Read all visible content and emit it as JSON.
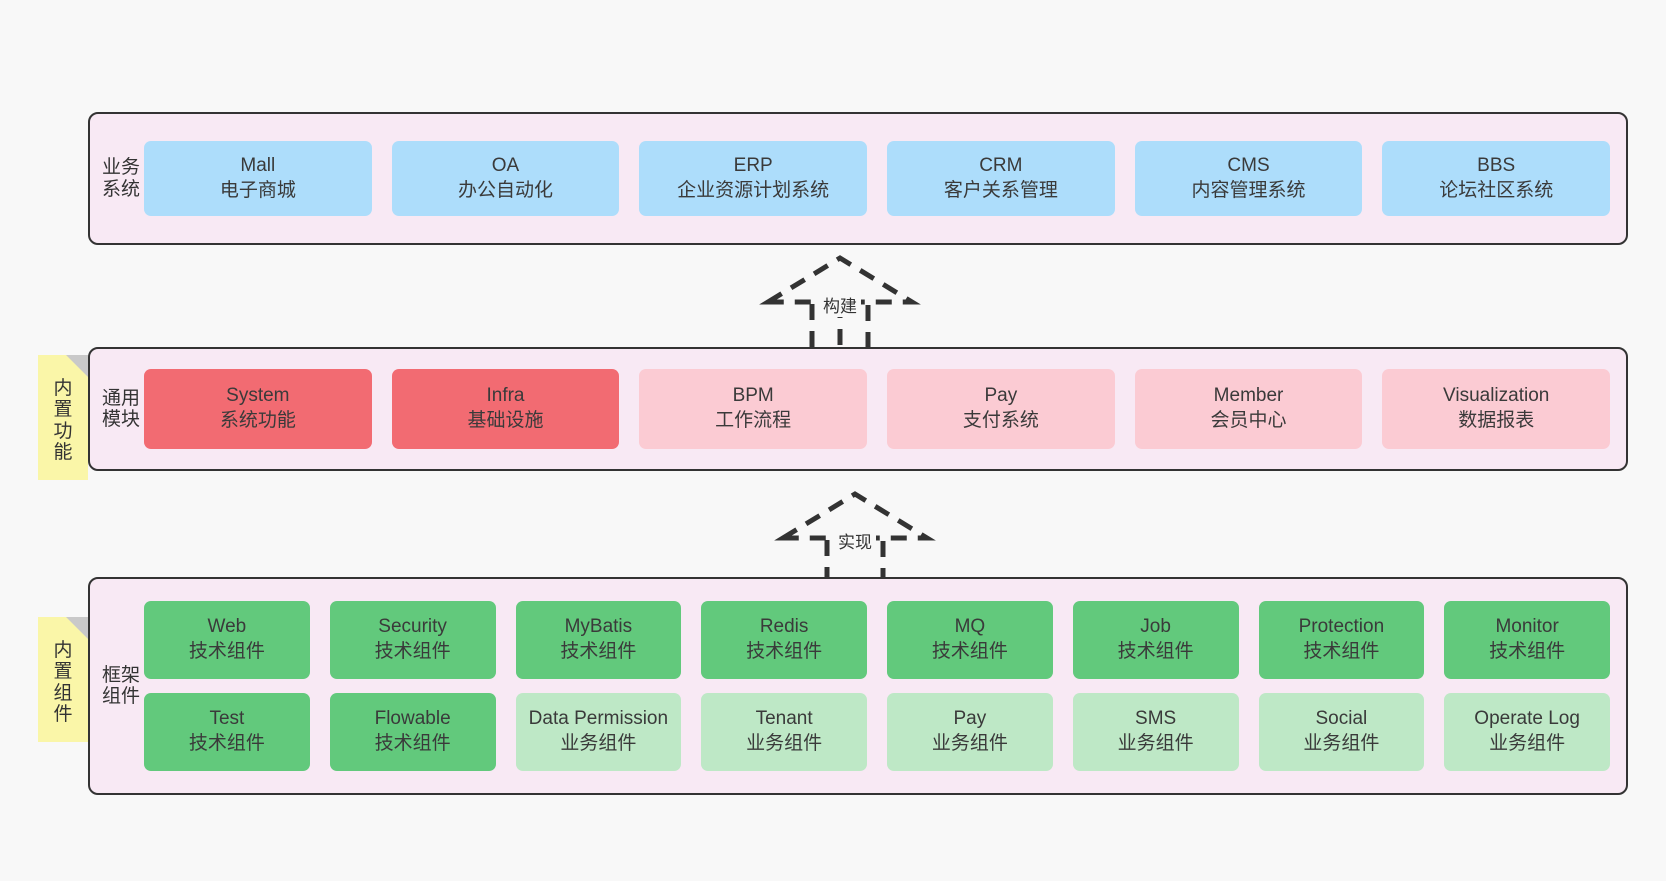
{
  "diagram": {
    "title": "Layered architecture of business systems, common modules and framework components",
    "colors": {
      "canvas_bg": "#F8F8F8",
      "band_bg": "#F8E9F4",
      "band_border": "#333333",
      "business_box": "#ADDDFB",
      "common_active_box": "#F26B72",
      "common_box": "#FBCBD3",
      "tech_component_box": "#62C97C",
      "business_component_box": "#BEE8C6",
      "sticky_note": "#FAF6A8",
      "sticky_fold": "#C9C9C9",
      "connector": "#333333"
    }
  },
  "bands": {
    "business": {
      "label": "业务系统",
      "items": [
        {
          "name": "Mall",
          "desc": "电子商城"
        },
        {
          "name": "OA",
          "desc": "办公自动化"
        },
        {
          "name": "ERP",
          "desc": "企业资源计划系统"
        },
        {
          "name": "CRM",
          "desc": "客户关系管理"
        },
        {
          "name": "CMS",
          "desc": "内容管理系统"
        },
        {
          "name": "BBS",
          "desc": "论坛社区系统"
        }
      ]
    },
    "common": {
      "label": "通用模块",
      "items": [
        {
          "name": "System",
          "desc": "系统功能"
        },
        {
          "name": "Infra",
          "desc": "基础设施"
        },
        {
          "name": "BPM",
          "desc": "工作流程"
        },
        {
          "name": "Pay",
          "desc": "支付系统"
        },
        {
          "name": "Member",
          "desc": "会员中心"
        },
        {
          "name": "Visualization",
          "desc": "数据报表"
        }
      ]
    },
    "framework": {
      "label": "框架组件",
      "row1": [
        {
          "name": "Web",
          "desc": "技术组件"
        },
        {
          "name": "Security",
          "desc": "技术组件"
        },
        {
          "name": "MyBatis",
          "desc": "技术组件"
        },
        {
          "name": "Redis",
          "desc": "技术组件"
        },
        {
          "name": "MQ",
          "desc": "技术组件"
        },
        {
          "name": "Job",
          "desc": "技术组件"
        },
        {
          "name": "Protection",
          "desc": "技术组件"
        },
        {
          "name": "Monitor",
          "desc": "技术组件"
        }
      ],
      "row2": [
        {
          "name": "Test",
          "desc": "技术组件"
        },
        {
          "name": "Flowable",
          "desc": "技术组件"
        },
        {
          "name": "Data Permission",
          "desc": "业务组件"
        },
        {
          "name": "Tenant",
          "desc": "业务组件"
        },
        {
          "name": "Pay",
          "desc": "业务组件"
        },
        {
          "name": "SMS",
          "desc": "业务组件"
        },
        {
          "name": "Social",
          "desc": "业务组件"
        },
        {
          "name": "Operate Log",
          "desc": "业务组件"
        }
      ]
    }
  },
  "sticky_notes": [
    {
      "id": "builtin-feature",
      "text": "内置功能"
    },
    {
      "id": "builtin-component",
      "text": "内置组件"
    }
  ],
  "connectors": [
    {
      "id": "build",
      "label": "构建"
    },
    {
      "id": "implement",
      "label": "实现"
    }
  ]
}
